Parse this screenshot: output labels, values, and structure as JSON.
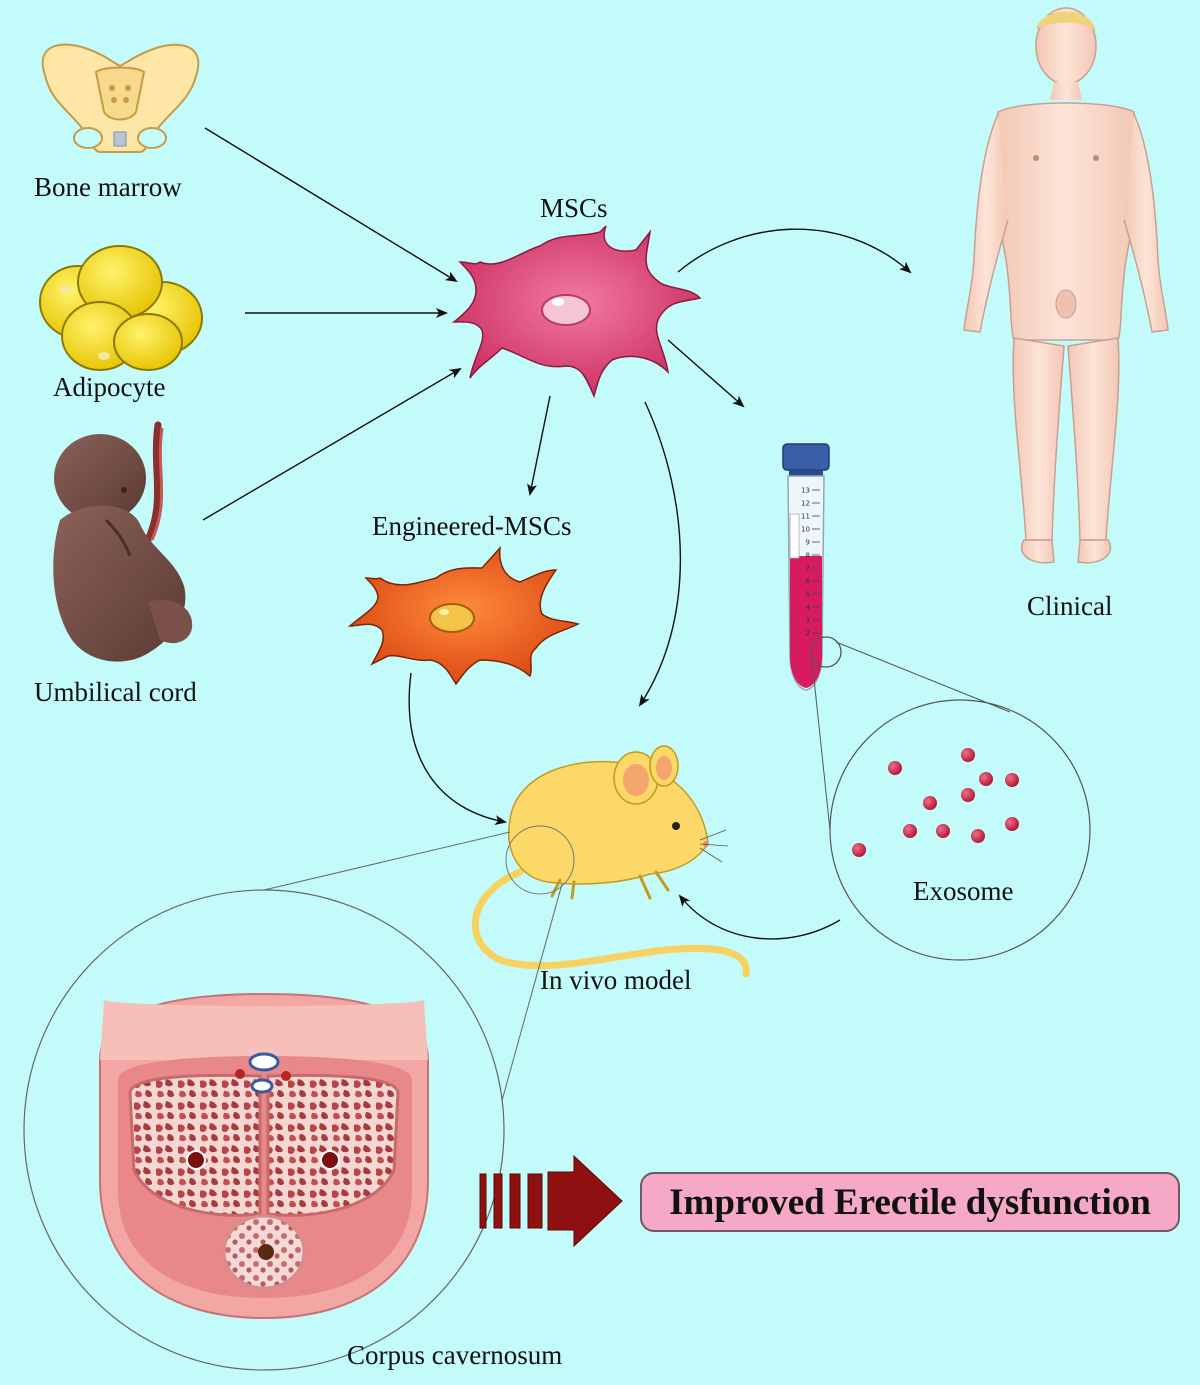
{
  "labels": {
    "bone_marrow": "Bone marrow",
    "adipocyte": "Adipocyte",
    "umbilical_cord": "Umbilical cord",
    "mscs": "MSCs",
    "engineered_mscs": "Engineered-MSCs",
    "clinical": "Clinical",
    "exosome": "Exosome",
    "in_vivo_model": "In vivo model",
    "corpus_cavernosum": "Corpus cavernosum"
  },
  "result": {
    "text": "Improved Erectile dysfunction"
  },
  "tube": {
    "scale_marks": [
      "13",
      "12",
      "11",
      "10",
      "9",
      "8",
      "7",
      "6",
      "5",
      "4",
      "3",
      "2"
    ]
  },
  "colors": {
    "background": "#c3fbfa",
    "msc_cell": "#d63a6b",
    "engineered_cell": "#e8541a",
    "mouse": "#fbd868",
    "result_box": "#f6a9c6",
    "arrow_dark_red": "#8e1010",
    "exosome_dot": "#c8203c"
  }
}
